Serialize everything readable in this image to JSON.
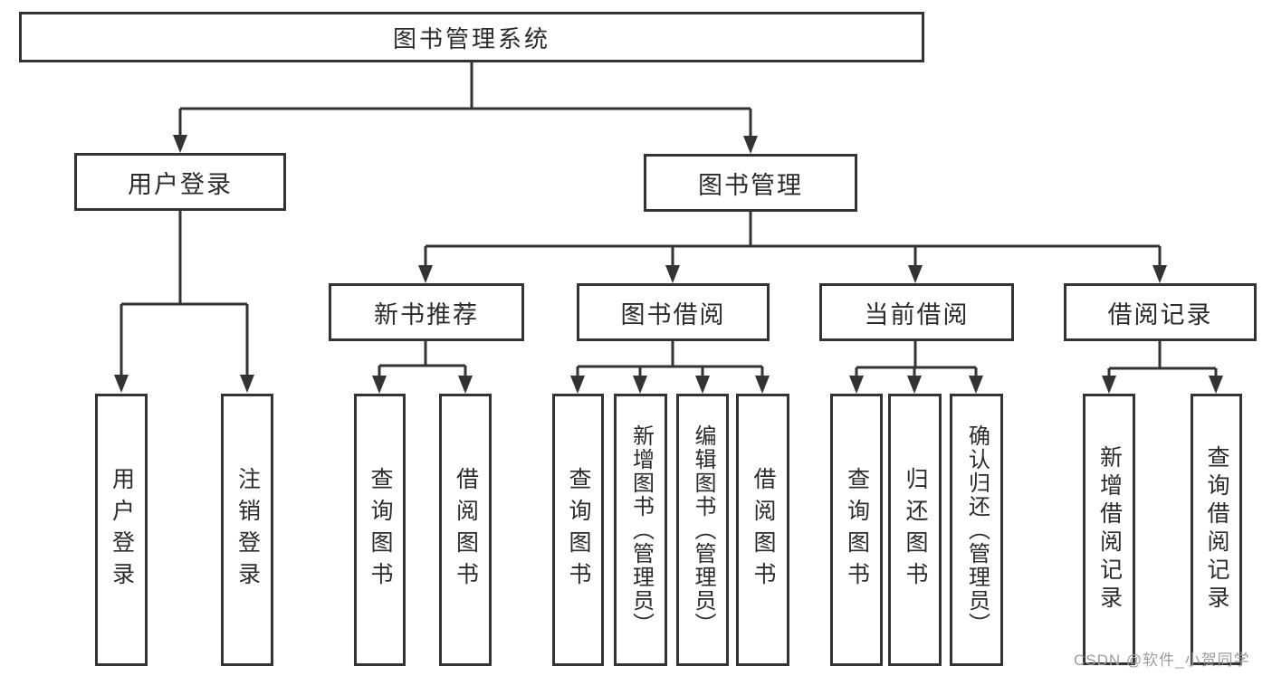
{
  "tree": {
    "label": "图书管理系统",
    "children": [
      {
        "label": "用户登录",
        "children": [
          {
            "label": "用户登录"
          },
          {
            "label": "注销登录"
          }
        ]
      },
      {
        "label": "图书管理",
        "children": [
          {
            "label": "新书推荐",
            "children": [
              {
                "label": "查询图书"
              },
              {
                "label": "借阅图书"
              }
            ]
          },
          {
            "label": "图书借阅",
            "children": [
              {
                "label": "查询图书"
              },
              {
                "label": "新增图书（管理员）"
              },
              {
                "label": "编辑图书（管理员）"
              },
              {
                "label": "借阅图书"
              }
            ]
          },
          {
            "label": "当前借阅",
            "children": [
              {
                "label": "查询图书"
              },
              {
                "label": "归还图书"
              },
              {
                "label": "确认归还（管理员）"
              }
            ]
          },
          {
            "label": "借阅记录",
            "children": [
              {
                "label": "新增借阅记录"
              },
              {
                "label": "查询借阅记录"
              }
            ]
          }
        ]
      }
    ]
  },
  "watermark": {
    "text": "CSDN @软件_小贺同学"
  },
  "colors": {
    "line": "#333333",
    "text": "#2b2b2b",
    "watermark": "#9c9c9c",
    "bg": "#ffffff"
  }
}
